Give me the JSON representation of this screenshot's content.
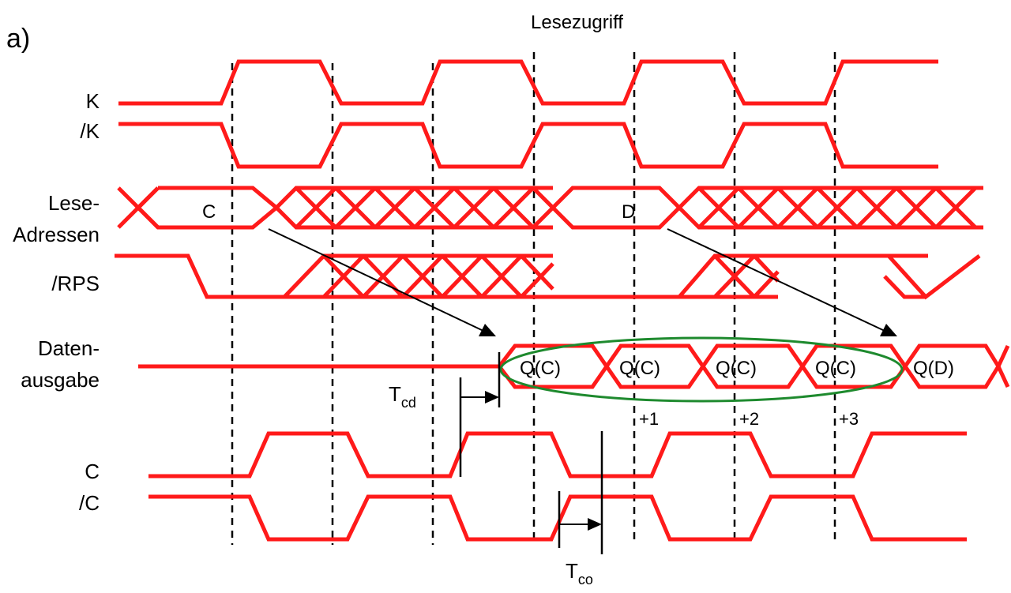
{
  "figure": {
    "panel_label": "a)",
    "title": "Lesezugriff"
  },
  "signals": {
    "k": "K",
    "k_n": "/K",
    "addr_1": "Lese-",
    "addr_2": "Adressen",
    "rps": "/RPS",
    "data_1": "Daten-",
    "data_2": "ausgabe",
    "c": "C",
    "c_n": "/C"
  },
  "address_values": [
    "C",
    "D"
  ],
  "data_values": [
    "Q(C)",
    "Q(C)",
    "Q(C)",
    "Q(C)",
    "Q(D)"
  ],
  "offsets": [
    "+1",
    "+2",
    "+3"
  ],
  "timing": {
    "tcd_main": "T",
    "tcd_sub": "cd",
    "tco_main": "T",
    "tco_sub": "co"
  },
  "colors": {
    "signal": "#ff1a1a",
    "highlight_ellipse": "#1e8a2e",
    "guides": "#000000"
  }
}
